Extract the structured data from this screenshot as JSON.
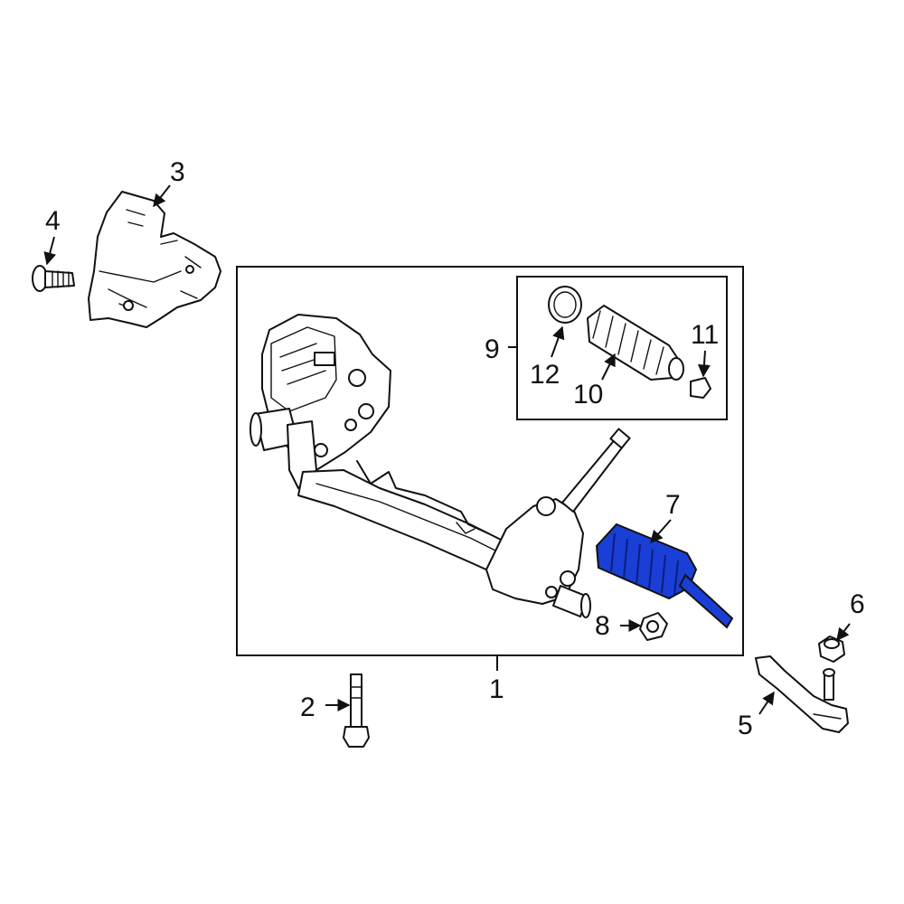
{
  "diagram": {
    "highlight_color": "#1a3fd6",
    "line_color": "#111111",
    "callouts": [
      {
        "id": "c1",
        "label": "1"
      },
      {
        "id": "c2",
        "label": "2"
      },
      {
        "id": "c3",
        "label": "3"
      },
      {
        "id": "c4",
        "label": "4"
      },
      {
        "id": "c5",
        "label": "5"
      },
      {
        "id": "c6",
        "label": "6"
      },
      {
        "id": "c7",
        "label": "7"
      },
      {
        "id": "c8",
        "label": "8"
      },
      {
        "id": "c9",
        "label": "9"
      },
      {
        "id": "c10",
        "label": "10"
      },
      {
        "id": "c11",
        "label": "11"
      },
      {
        "id": "c12",
        "label": "12"
      }
    ],
    "parts": [
      {
        "callout": "1",
        "icon": "steering-gear-assembly-icon"
      },
      {
        "callout": "2",
        "icon": "bolt-icon"
      },
      {
        "callout": "3",
        "icon": "heat-shield-icon"
      },
      {
        "callout": "4",
        "icon": "screw-icon"
      },
      {
        "callout": "5",
        "icon": "outer-tie-rod-end-icon"
      },
      {
        "callout": "6",
        "icon": "nut-icon"
      },
      {
        "callout": "7",
        "icon": "inner-tie-rod-icon",
        "highlighted": true
      },
      {
        "callout": "8",
        "icon": "jam-nut-icon"
      },
      {
        "callout": "9",
        "icon": "boot-kit-icon"
      },
      {
        "callout": "10",
        "icon": "bellows-boot-icon"
      },
      {
        "callout": "11",
        "icon": "clamp-icon"
      },
      {
        "callout": "12",
        "icon": "clamp-ring-icon"
      }
    ]
  }
}
